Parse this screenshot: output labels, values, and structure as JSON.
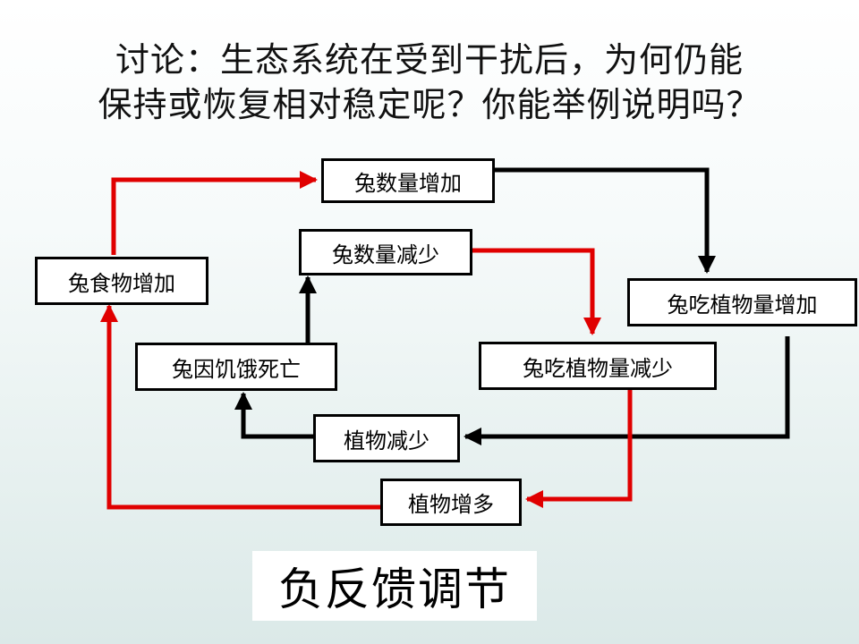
{
  "title": {
    "line1": "讨论：生态系统在受到干扰后，为何仍能",
    "line2": "保持或恢复相对稳定呢？你能举例说明吗？"
  },
  "nodes": {
    "rabbit_increase": "兔数量增加",
    "rabbit_eat_plant_increase": "兔吃植物量增加",
    "plant_decrease": "植物减少",
    "rabbit_starve": "兔因饥饿死亡",
    "rabbit_decrease": "兔数量减少",
    "rabbit_eat_plant_decrease": "兔吃植物量减少",
    "plant_increase": "植物增多",
    "rabbit_food_increase": "兔食物增加"
  },
  "caption": "负反馈调节",
  "colors": {
    "black_loop": "#000000",
    "red_loop": "#e00000"
  }
}
